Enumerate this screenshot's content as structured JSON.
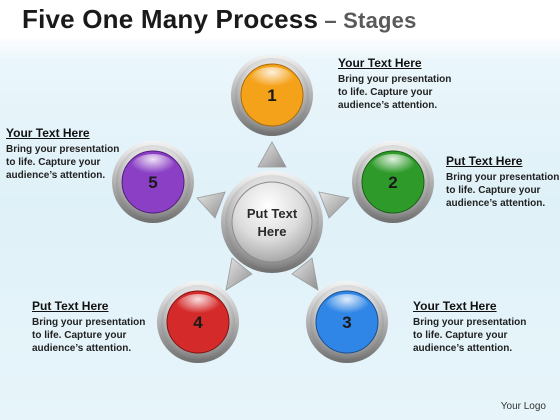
{
  "title": {
    "main": "Five One Many Process",
    "dash": " – ",
    "sub": "Stages"
  },
  "center": {
    "line1": "Put Text",
    "line2": "Here"
  },
  "stages": [
    {
      "number": "1",
      "color": "#f5a21b"
    },
    {
      "number": "2",
      "color": "#2e9a2a"
    },
    {
      "number": "3",
      "color": "#2f86e6"
    },
    {
      "number": "4",
      "color": "#d42a2a"
    },
    {
      "number": "5",
      "color": "#8a3fc4"
    }
  ],
  "text_blocks": [
    {
      "heading": "Your Text Here",
      "body": [
        "Bring your presentation",
        "to life. Capture your",
        "audience’s attention."
      ]
    },
    {
      "heading": "Put Text Here",
      "body": [
        "Bring your presentation",
        "to life. Capture your",
        "audience’s attention."
      ]
    },
    {
      "heading": "Your Text Here",
      "body": [
        "Bring your presentation",
        "to life. Capture your",
        "audience’s attention."
      ]
    },
    {
      "heading": "Put Text Here",
      "body": [
        "Bring your presentation",
        "to life. Capture your",
        "audience’s attention."
      ]
    },
    {
      "heading": "Your Text Here",
      "body": [
        "Bring your presentation",
        "to life. Capture your",
        "audience’s attention."
      ]
    }
  ],
  "logo": "Your Logo"
}
